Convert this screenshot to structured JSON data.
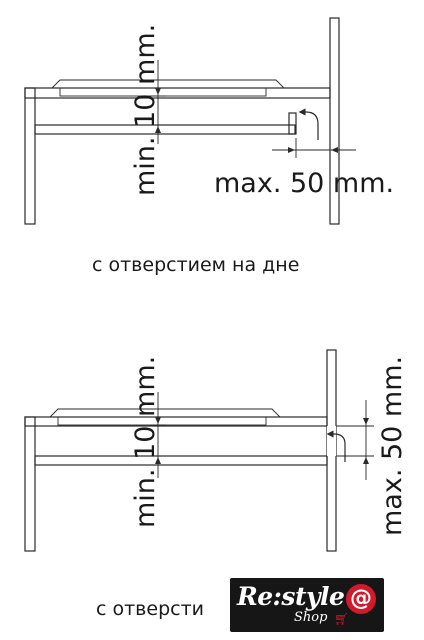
{
  "diagram_top": {
    "min_label": "min. 10 mm.",
    "max_label": "max. 50 mm.",
    "caption": "с отверстием на дне"
  },
  "diagram_bottom": {
    "min_label": "min. 10 mm.",
    "max_label": "max. 50 mm.",
    "caption": "с отверсти"
  },
  "logo": {
    "main": "Re:style",
    "sub": "Shop",
    "at": "@",
    "color_accent": "#d11a2a"
  }
}
